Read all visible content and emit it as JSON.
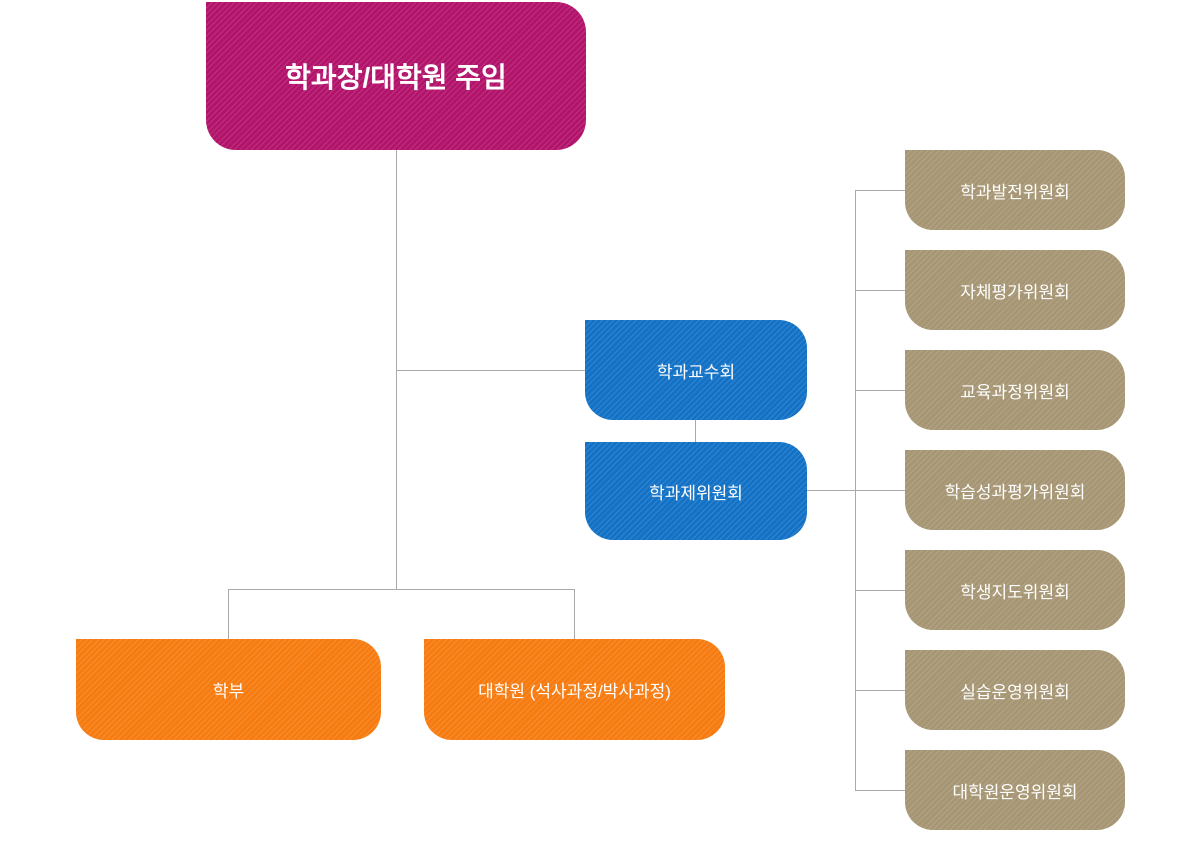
{
  "diagram": {
    "type": "org-chart",
    "nodes": {
      "root": {
        "label": "학과장/대학원 주임"
      },
      "council": {
        "label": "학과교수회"
      },
      "hub": {
        "label": "학과제위원회"
      },
      "undergrad": {
        "label": "학부"
      },
      "grad": {
        "label": "대학원 (석사과정/박사과정)"
      }
    },
    "committees": [
      {
        "label": "학과발전위원회"
      },
      {
        "label": "자체평가위원회"
      },
      {
        "label": "교육과정위원회"
      },
      {
        "label": "학습성과평가위원회"
      },
      {
        "label": "학생지도위원회"
      },
      {
        "label": "실습운영위원회"
      },
      {
        "label": "대학원운영위원회"
      }
    ]
  },
  "colors": {
    "canvas_bg": "#ffffff",
    "root_bg": "#b3146b",
    "blue_bg": "#1372c6",
    "orange_bg": "#f67c12",
    "tan_bg": "#a69674",
    "line": "#aaaaaa",
    "text": "#ffffff"
  }
}
